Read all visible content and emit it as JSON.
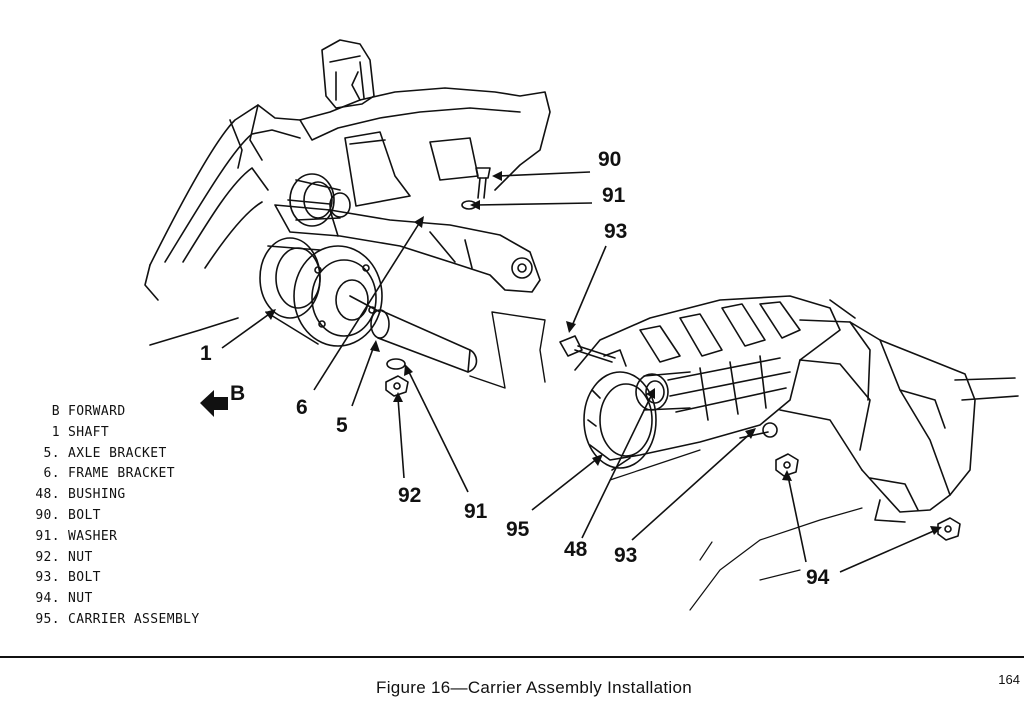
{
  "callouts": {
    "c90_top": "90",
    "c91_top": "91",
    "c93_top": "93",
    "c1": "1",
    "c6": "6",
    "c5": "5",
    "c92": "92",
    "c91_bottom": "91",
    "c95": "95",
    "c48": "48",
    "c93_bottom": "93",
    "c94": "94"
  },
  "direction_marker": {
    "label": "B",
    "icon": "arrow-forward-icon"
  },
  "legend": [
    {
      "key": "B",
      "text": "FORWARD"
    },
    {
      "key": "1",
      "text": "SHAFT"
    },
    {
      "key": "5.",
      "text": "AXLE BRACKET"
    },
    {
      "key": "6.",
      "text": "FRAME BRACKET"
    },
    {
      "key": "48.",
      "text": "BUSHING"
    },
    {
      "key": "90.",
      "text": "BOLT"
    },
    {
      "key": "91.",
      "text": "WASHER"
    },
    {
      "key": "92.",
      "text": "NUT"
    },
    {
      "key": "93.",
      "text": "BOLT"
    },
    {
      "key": "94.",
      "text": "NUT"
    },
    {
      "key": "95.",
      "text": "CARRIER ASSEMBLY"
    }
  ],
  "caption": "Figure 16—Carrier Assembly Installation",
  "page_number": "164",
  "colors": {
    "ink": "#111111",
    "paper": "#ffffff"
  }
}
